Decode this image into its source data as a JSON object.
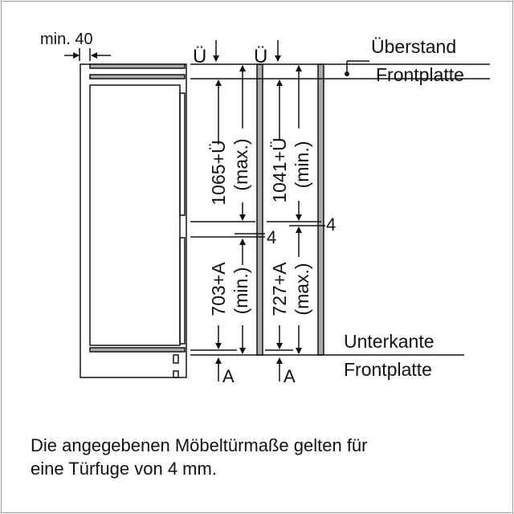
{
  "labels": {
    "min_40": "min. 40",
    "u_mark": "Ü",
    "a_mark": "A",
    "gap": "4",
    "ueberstand": "Überstand",
    "frontplatte": "Frontplatte",
    "unterkante": "Unterkante"
  },
  "dimensions": {
    "upper_max": "1065+Ü",
    "upper_max_note": "(max.)",
    "upper_min": "1041+Ü",
    "upper_min_note": "(min.)",
    "lower_min": "703+A",
    "lower_min_note": "(min.)",
    "lower_max": "727+A",
    "lower_max_note": "(max.)"
  },
  "caption": {
    "line1": "Die angegebenen Möbeltürmaße gelten für",
    "line2": "eine Türfuge von 4 mm."
  }
}
